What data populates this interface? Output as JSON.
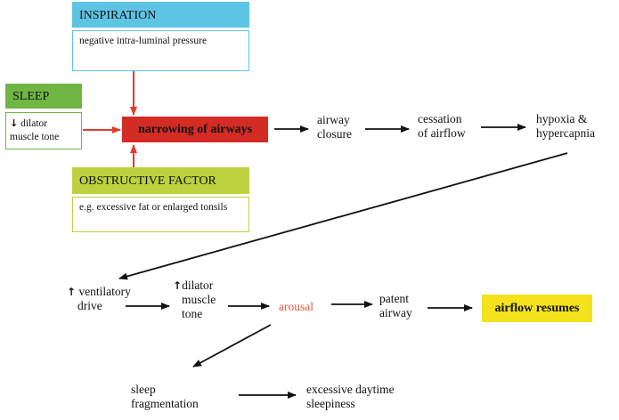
{
  "inspiration": {
    "title": "INSPIRATION",
    "detail": "negative intra-luminal pressure"
  },
  "sleep": {
    "title": "SLEEP",
    "detail_line1": "dilator",
    "detail_line2": "muscle tone"
  },
  "obstructive": {
    "title": "OBSTRUCTIVE FACTOR",
    "detail": "e.g. excessive fat or enlarged tonsils"
  },
  "narrowing": "narrowing of airways",
  "airway_closure": {
    "line1": "airway",
    "line2": "closure"
  },
  "cessation": {
    "line1": "cessation",
    "line2": "of airflow"
  },
  "hypoxia": {
    "line1": "hypoxia &",
    "line2": "hypercapnia"
  },
  "ventilatory": {
    "line1": "ventilatory",
    "line2": "drive"
  },
  "dilator_tone": {
    "line1": "dilator",
    "line2": "muscle",
    "line3": "tone"
  },
  "arousal": "arousal",
  "patent": {
    "line1": "patent",
    "line2": "airway"
  },
  "airflow_resumes": "airflow resumes",
  "fragmentation": {
    "line1": "sleep",
    "line2": "fragmentation"
  },
  "sleepiness": {
    "line1": "excessive daytime",
    "line2": "sleepiness"
  },
  "colors": {
    "inspiration": "#5ec4e3",
    "sleep": "#71b544",
    "obstructive": "#bdd13f",
    "narrowing": "#d42b25",
    "arousal": "#e8583e",
    "airflow": "#f4e21c",
    "red_arrow": "#e23a2f"
  },
  "icons": {
    "increase": "up-arrow-icon",
    "decrease": "down-arrow-icon"
  }
}
